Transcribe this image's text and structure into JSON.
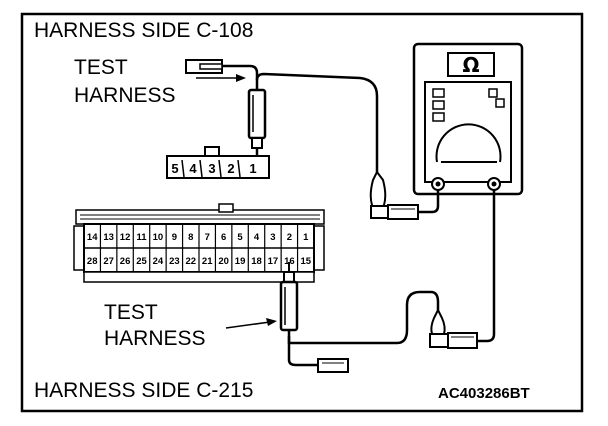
{
  "title_top": "HARNESS SIDE C-108",
  "title_bottom": "HARNESS SIDE C-215",
  "test_harness_top": [
    "TEST",
    "HARNESS"
  ],
  "test_harness_bottom": [
    "TEST",
    "HARNESS"
  ],
  "figure_code": "AC403286",
  "figure_suffix": "BT",
  "meter_symbol": "Ω",
  "connector_c108_pins": [
    "5",
    "4",
    "3",
    "2",
    "1"
  ],
  "connector_c215_row1": [
    "14",
    "13",
    "12",
    "11",
    "10",
    "9",
    "8",
    "7",
    "6",
    "5",
    "4",
    "3",
    "2",
    "1"
  ],
  "connector_c215_row2": [
    "28",
    "27",
    "26",
    "25",
    "24",
    "23",
    "22",
    "21",
    "20",
    "19",
    "18",
    "17",
    "16",
    "15"
  ]
}
